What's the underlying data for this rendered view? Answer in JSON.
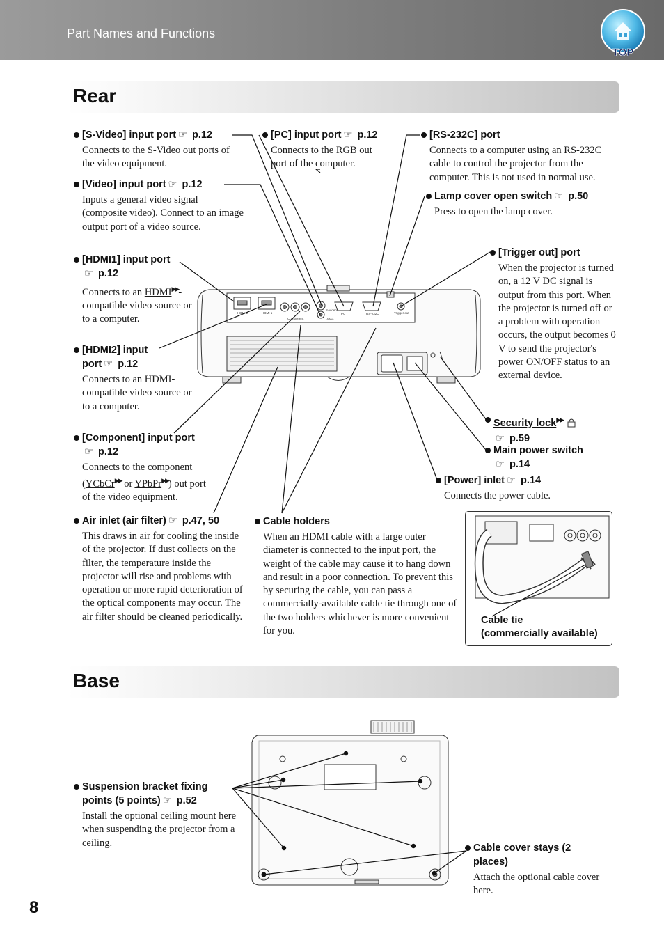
{
  "header": {
    "section": "Part Names and Functions",
    "top_button": "TOP"
  },
  "page_number": "8",
  "rear": {
    "title": "Rear",
    "items": [
      {
        "title": "[S-Video] input port",
        "ref": "p.12",
        "desc": "Connects to the S-Video out ports of the video equipment."
      },
      {
        "title": "[Video] input port",
        "ref": "p.12",
        "desc": "Inputs a general video signal (composite video). Connect to an image output port of a video source."
      },
      {
        "title": "[HDMI1] input port",
        "ref": "p.12",
        "desc_pre": "Connects to an ",
        "desc_link": "HDMI",
        "desc_post": "-compatible video source or to a computer."
      },
      {
        "title": "[HDMI2] input port",
        "ref": "p.12",
        "desc": "Connects to an HDMI-compatible video source or to a computer."
      },
      {
        "title": "[Component] input port",
        "ref": "p.12",
        "desc_pre": "Connects to the component (",
        "desc_link1": "YCbCr",
        "desc_mid": " or ",
        "desc_link2": "YPbPr",
        "desc_post": ") out port of the video equipment."
      },
      {
        "title": "Air inlet (air filter)",
        "ref": "p.47, 50",
        "desc": "This draws in air for cooling the inside of the projector. If dust collects on the filter, the temperature inside the projector will rise and problems with operation or more rapid deterioration of the optical components may occur. The air filter should be cleaned periodically."
      },
      {
        "title": "[PC] input port",
        "ref": "p.12",
        "desc": "Connects to the RGB out port of the computer."
      },
      {
        "title": "Cable holders",
        "desc": "When an HDMI cable with a large outer diameter is connected to the input port, the weight of the cable may cause it to hang down and result in a poor connection. To prevent this by securing the cable, you can pass a commercially-available cable tie through one of the two holders whichever is more convenient for you."
      },
      {
        "title": "[RS-232C] port",
        "desc": "Connects to a computer using an RS-232C cable to control the projector from the computer. This is not used in normal use."
      },
      {
        "title": "Lamp cover open switch",
        "ref": "p.50",
        "desc": "Press to open the lamp cover."
      },
      {
        "title": "[Trigger out] port",
        "desc": "When the projector is turned on, a 12 V DC signal is output from this port. When the projector is turned off or a problem with operation occurs, the output becomes 0 V to send the projector's power ON/OFF status to an external device."
      },
      {
        "title": "Security lock",
        "ref": "p.59"
      },
      {
        "title": "Main power switch",
        "ref": "p.14"
      },
      {
        "title": "[Power] inlet",
        "ref": "p.14",
        "desc": "Connects the power cable."
      }
    ],
    "inset_label_1": "Cable tie",
    "inset_label_2": "(commercially available)",
    "panel_labels": {
      "hdmi2": "HDMI 2",
      "hdmi1": "HDMI 1",
      "component": "Component",
      "svideo": "S-Video",
      "video": "Video",
      "pc": "PC",
      "rs232c": "RS-232C",
      "trigger": "Trigger out"
    }
  },
  "base": {
    "title": "Base",
    "items": [
      {
        "title": "Suspension bracket fixing points (5 points)",
        "ref": "p.52",
        "desc": "Install the optional ceiling mount here when suspending the projector from a ceiling."
      },
      {
        "title": "Cable cover stays (2 places)",
        "desc": "Attach the optional cable cover here."
      }
    ]
  }
}
